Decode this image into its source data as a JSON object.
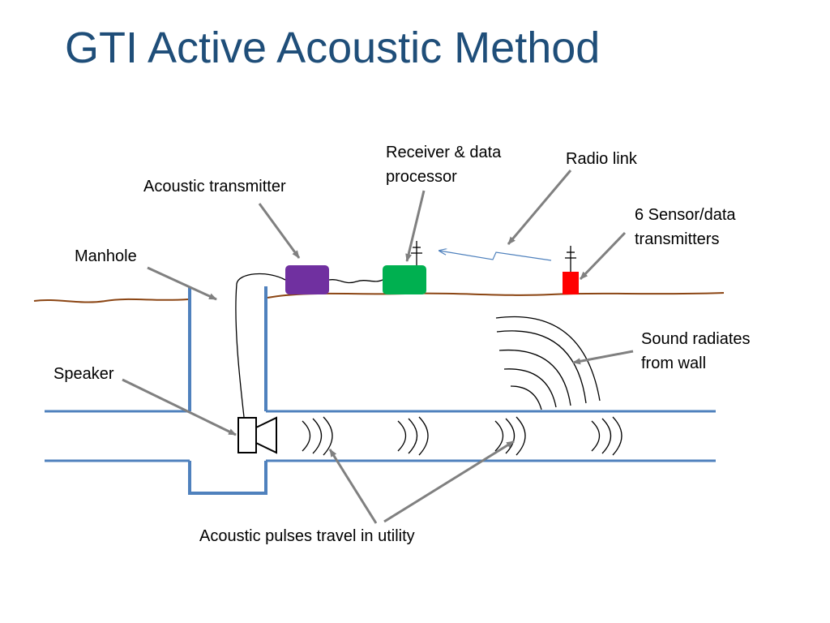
{
  "slide": {
    "title": "GTI Active Acoustic Method"
  },
  "labels": {
    "receiver_line1": "Receiver & data",
    "receiver_line2": "processor",
    "radio_link": "Radio link",
    "acoustic_transmitter": "Acoustic transmitter",
    "sensor_line1": "6 Sensor/data",
    "sensor_line2": "transmitters",
    "manhole": "Manhole",
    "sound_line1": "Sound radiates",
    "sound_line2": "from wall",
    "speaker": "Speaker",
    "pulses": "Acoustic pulses travel in utility"
  },
  "colors": {
    "title": "#1f4e79",
    "pipe": "#4f81bd",
    "ground": "#8b4513",
    "transmitter_box": "#7030a0",
    "receiver_box": "#00b050",
    "sensor_box": "#ff0000",
    "arrow": "#808080",
    "radio_link": "#4f81bd"
  }
}
